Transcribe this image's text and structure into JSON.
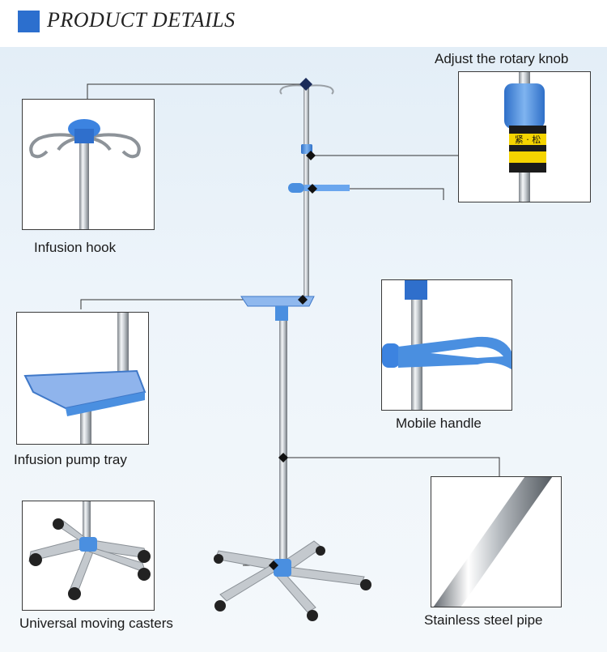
{
  "header": {
    "title": "PRODUCT DETAILS"
  },
  "callouts": {
    "infusion_hook": "Infusion hook",
    "rotary_knob": "Adjust the rotary knob",
    "mobile_handle": "Mobile handle",
    "pump_tray": "Infusion pump tray",
    "casters": "Universal moving casters",
    "steel_pipe": "Stainless steel pipe"
  },
  "knob_label": {
    "line1": "紧 · 松"
  },
  "colors": {
    "accent_blue": "#2c6fce",
    "part_blue": "#4a8fe0",
    "steel": "#b9bec4"
  }
}
